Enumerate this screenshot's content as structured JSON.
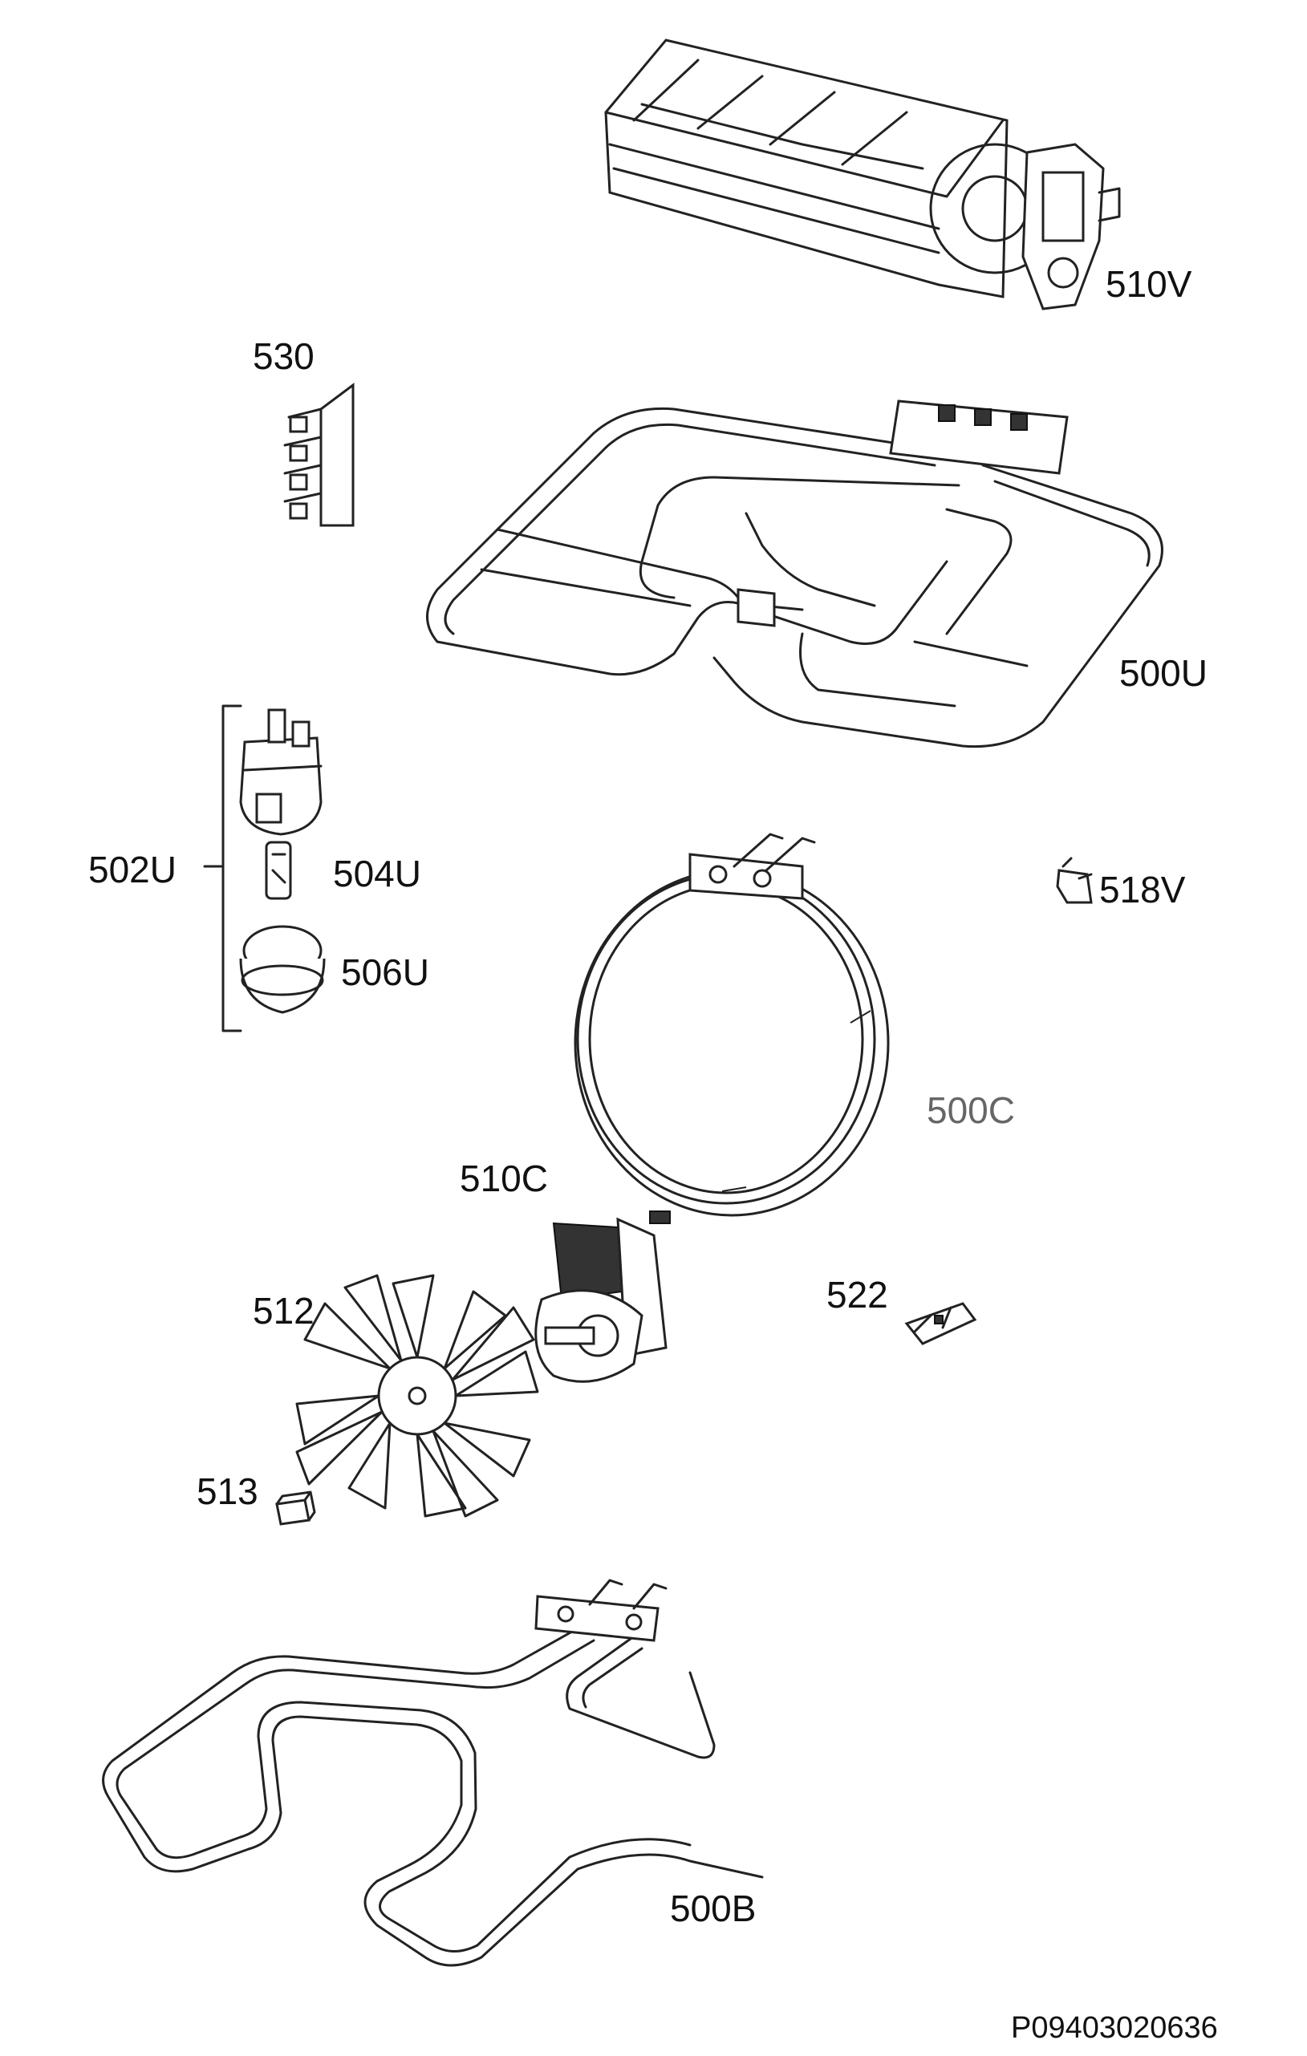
{
  "labels": {
    "p510V": "510V",
    "p530": "530",
    "p500U": "500U",
    "p502U": "502U",
    "p504U": "504U",
    "p506U": "506U",
    "p518V": "518V",
    "p500C": "500C",
    "p510C": "510C",
    "p512": "512",
    "p522": "522",
    "p513": "513",
    "p500B": "500B"
  },
  "footer": {
    "code": "P09403020636"
  }
}
